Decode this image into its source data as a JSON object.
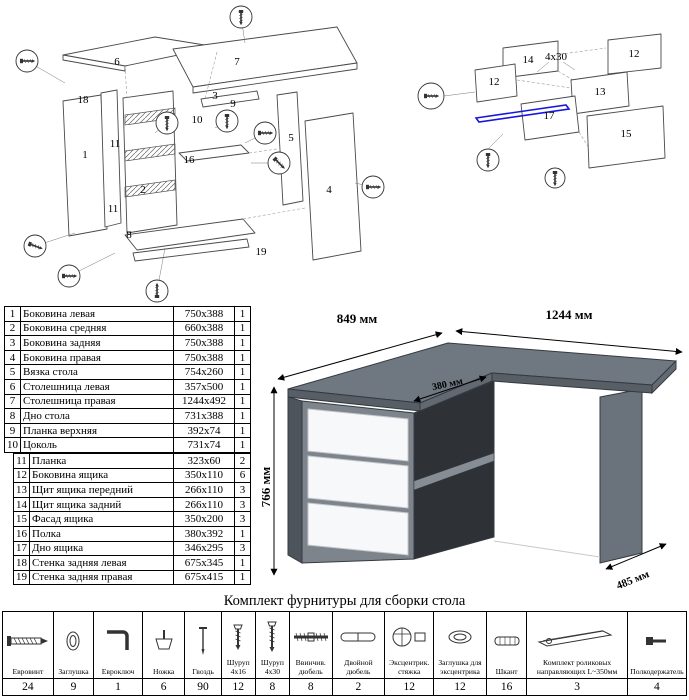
{
  "parts_table": {
    "rows": [
      {
        "num": "1",
        "name": "Боковина левая",
        "size": "750x388",
        "qty": "1"
      },
      {
        "num": "2",
        "name": "Боковина средняя",
        "size": "660x388",
        "qty": "1"
      },
      {
        "num": "3",
        "name": "Боковина задняя",
        "size": "750x388",
        "qty": "1"
      },
      {
        "num": "4",
        "name": "Боковина правая",
        "size": "750x388",
        "qty": "1"
      },
      {
        "num": "5",
        "name": "Вязка стола",
        "size": "754x260",
        "qty": "1"
      },
      {
        "num": "6",
        "name": "Столешница левая",
        "size": "357x500",
        "qty": "1"
      },
      {
        "num": "7",
        "name": "Столешница правая",
        "size": "1244x492",
        "qty": "1"
      },
      {
        "num": "8",
        "name": "Дно стола",
        "size": "731x388",
        "qty": "1"
      },
      {
        "num": "9",
        "name": "Планка верхняя",
        "size": "392x74",
        "qty": "1"
      },
      {
        "num": "10",
        "name": "Цоколь",
        "size": "731x74",
        "qty": "1"
      },
      {
        "num": "11",
        "name": "Планка",
        "size": "323x60",
        "qty": "2"
      },
      {
        "num": "12",
        "name": "Боковина ящика",
        "size": "350x110",
        "qty": "6"
      },
      {
        "num": "13",
        "name": "Щит ящика передний",
        "size": "266x110",
        "qty": "3"
      },
      {
        "num": "14",
        "name": "Щит ящика задний",
        "size": "266x110",
        "qty": "3"
      },
      {
        "num": "15",
        "name": "Фасад ящика",
        "size": "350x200",
        "qty": "3"
      },
      {
        "num": "16",
        "name": "Полка",
        "size": "380x392",
        "qty": "1"
      },
      {
        "num": "17",
        "name": "Дно ящика",
        "size": "346x295",
        "qty": "3"
      },
      {
        "num": "18",
        "name": "Стенка задняя левая",
        "size": "675x345",
        "qty": "1"
      },
      {
        "num": "19",
        "name": "Стенка задняя правая",
        "size": "675x415",
        "qty": "1"
      }
    ]
  },
  "desk": {
    "dim_top_left": "849 мм",
    "dim_top_right": "1244 мм",
    "dim_height": "766 мм",
    "dim_shelf": "380 мм",
    "dim_side": "485 мм"
  },
  "exploded_main": {
    "labels": [
      "18",
      "6",
      "7",
      "1",
      "11",
      "2",
      "11",
      "8",
      "16",
      "10",
      "3",
      "9",
      "5",
      "4",
      "19"
    ]
  },
  "exploded_drawer": {
    "labels": [
      "14",
      "12",
      "12",
      "13",
      "17",
      "15"
    ],
    "screw_size": "4x30"
  },
  "hardware": {
    "title": "Комплект фурнитуры для сборки стола",
    "items": [
      {
        "name": "Евровинт",
        "qty": "24",
        "icon": "confirmat-screw-icon"
      },
      {
        "name": "Заглушка",
        "qty": "9",
        "icon": "cap-icon"
      },
      {
        "name": "Евроключ",
        "qty": "1",
        "icon": "hex-key-icon"
      },
      {
        "name": "Ножка",
        "qty": "6",
        "icon": "foot-icon"
      },
      {
        "name": "Гвоздь",
        "qty": "90",
        "icon": "nail-icon"
      },
      {
        "name": "Шуруп 4x16",
        "qty": "12",
        "icon": "screw-short-icon"
      },
      {
        "name": "Шуруп 4x30",
        "qty": "8",
        "icon": "screw-long-icon"
      },
      {
        "name": "Ввинчив. дюбель",
        "qty": "8",
        "icon": "threaded-dowel-icon"
      },
      {
        "name": "Двойной дюбель",
        "qty": "2",
        "icon": "double-dowel-icon"
      },
      {
        "name": "Эксцентрик. стяжка",
        "qty": "12",
        "icon": "cam-lock-icon"
      },
      {
        "name": "Заглушка для эксцентрика",
        "qty": "12",
        "icon": "cam-cap-icon"
      },
      {
        "name": "Шкант",
        "qty": "16",
        "icon": "wood-dowel-icon"
      },
      {
        "name": "Комплект роликовых направляющих L~350мм",
        "qty": "3",
        "icon": "drawer-slide-icon"
      },
      {
        "name": "Полкодержатель",
        "qty": "4",
        "icon": "shelf-pin-icon"
      }
    ]
  }
}
